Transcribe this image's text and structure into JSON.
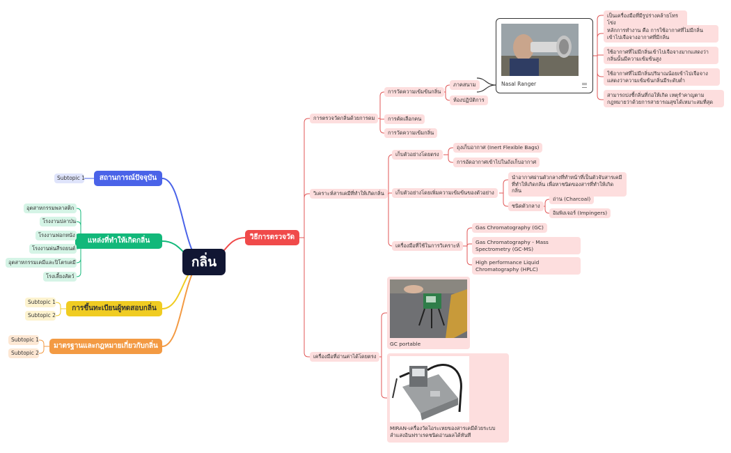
{
  "root": {
    "label": "กลิ่น"
  },
  "left": {
    "current": {
      "label": "สถานการณ์ปัจจุบัน",
      "color": "#4a63e8",
      "subs": [
        "Subtopic 1"
      ]
    },
    "sources": {
      "label": "แหล่งที่ทำให้เกิดกลิ่น",
      "color": "#12b87a",
      "subs": [
        "อุตสาหกรรมพลาสติก",
        "โรงงานปลาป่น",
        "โรงงานฟอกหนัง",
        "โรงงานพ่นสีรถยนต์",
        "อุตสาหกรรมเคมีและปิโตรเคมี",
        "โรงเลี้ยงสัตว์"
      ]
    },
    "register": {
      "label": "การขึ้นทะเบียนผู้ทดสอบกลิ่น",
      "color": "#f0cc22",
      "subs": [
        "Subtopic 1",
        "Subtopic 2"
      ]
    },
    "standards": {
      "label": "มาตรฐานและกฎหมายเกี่ยวกับกลิ่น",
      "color": "#f39a43",
      "subs": [
        "Subtopic 1",
        "Subtopic 2"
      ]
    }
  },
  "right": {
    "method": {
      "label": "วิธีการตรวจวัด",
      "color": "#f04a4a"
    },
    "sensory": {
      "label": "การตรวจวัดกลิ่นด้วยการดม",
      "intensity": {
        "label": "การวัดความเข้มข้นกลิ่น",
        "field": "ภาคสนาม",
        "lab": "ห้องปฏิบัติการ",
        "card_caption": "Nasal Ranger",
        "notes": [
          "เป็นเครื่องมือที่มีรูปร่างคล้ายโทรโข่ง",
          "หลักการทำงาน คือ การใช้อากาศที่ไม่มีกลิ่นเข้าไปเจือจางอากาศที่มีกลิ่น",
          "ใช้อากาศที่ไม่มีกลิ่นเข้าไปเจือจางมากแสดงว่ากลิ่นนั้นมีความเข้มข้นสูง",
          "ใช้อากาศที่ไม่มีกลิ่นปริมาณน้อยเข้าไปเจือจางแสดงว่าความเข้มข้นกลิ่นมีระดับต่ำ",
          "สามารถบ่งชี้กลิ่นที่ก่อให้เกิด เหตุรำคาญตามกฎหมายว่าด้วยการสาธารณสุขได้เหมาะสมที่สุด"
        ]
      },
      "selection": "การคัดเลือกคน",
      "measure": "การวัดความเข้มกลิ่น"
    },
    "analysis": {
      "label": "วิเคราะห์สารเคมีที่ทำให้เกิดกลิ่น",
      "direct": {
        "label": "เก็บตัวอย่างโดยตรง",
        "items": [
          "ถุงเก็บอากาศ (Inert Flexible Bags)",
          "การอัดอากาศเข้าไปในถังเก็บอากาศ"
        ]
      },
      "concentrate": {
        "label": "เก็บตัวอย่างโดยเพิ่มความเข้มข้นของตัวอย่าง",
        "desc": "นำอากาศผ่านตัวกลางที่ทำหน้าที่เป็นตัวจับสารเคมีที่ทำให้เกิดกลิ่น เพื่อหาชนิดของสารที่ทำให้เกิดกลิ่น",
        "media": {
          "label": "ชนิดตัวกลาง",
          "items": [
            "ถ่าน (Charcoal)",
            "อิมพิงเจอร์ (Impingers)"
          ]
        }
      },
      "tools": {
        "label": "เครื่องมือที่ใช้ในการวิเคราะห์",
        "items": [
          "Gas Chromatography (GC)",
          "Gas Chromatography - Mass Spectrometry (GC-MS)",
          "High performance Liquid Chromatography (HPLC)"
        ]
      }
    },
    "instruments": {
      "label": "เครื่องมือที่อ่านค่าได้โดยตรง",
      "gc": "GC portable",
      "miran": "MIRAN-เครื่องวัดไอระเหยของสารเคมีด้วยระบบลำแสงอินฟราเรดชนิดอ่านผลได้ทันที"
    }
  }
}
